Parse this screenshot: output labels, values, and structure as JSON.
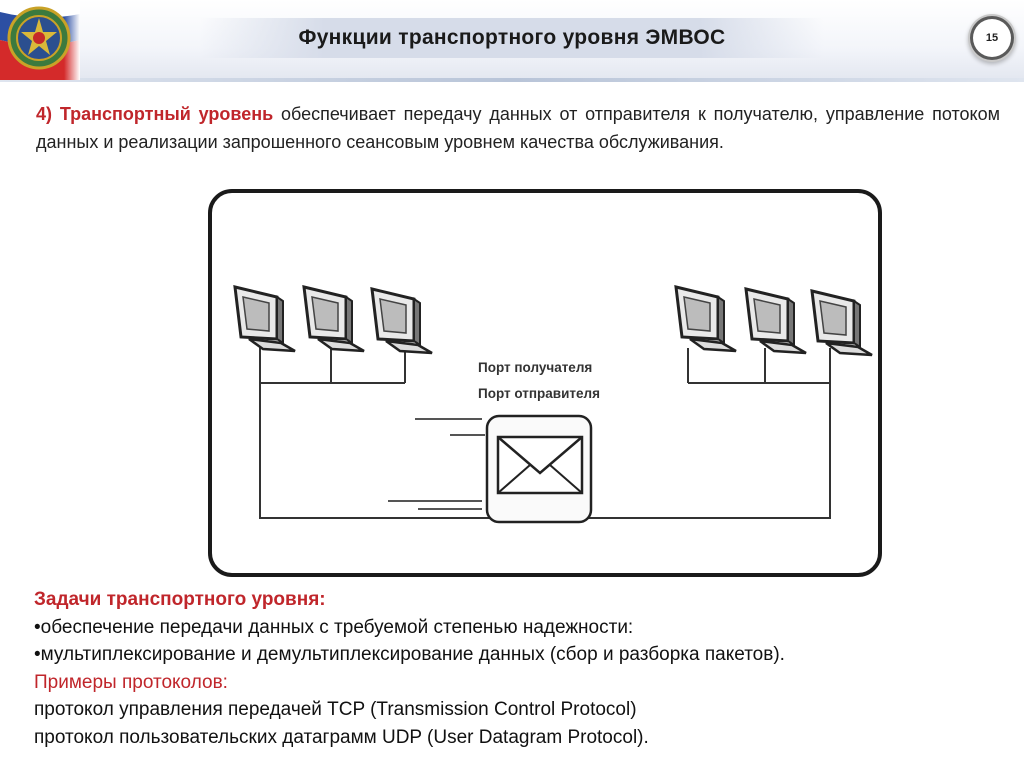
{
  "header": {
    "title": "Функции  транспортного уровня ЭМВОС",
    "page_number": "15"
  },
  "intro": {
    "lead": "4) Транспортный уровень",
    "text": " обеспечивает передачу данных от отправителя к получателю, управление потоком данных и реализации запрошенного сеансовым уровнем качества обслуживания."
  },
  "diagram": {
    "label_receiver_port": "Порт получателя",
    "label_sender_port": "Порт отправителя",
    "left_computers": 3,
    "right_computers": 3
  },
  "tasks": {
    "heading": "Задачи транспортного уровня:",
    "items": [
      "•обеспечение передачи данных с требуемой степенью надежности:",
      "•мультиплексирование и демультиплексирование данных (сбор и разборка пакетов)."
    ],
    "examples_heading": "Примеры протоколов:",
    "examples": [
      "протокол управления передачей TCP (Transmission Control Protocol)",
      "протокол пользовательских датаграмм UDP (User Datagram Protocol)."
    ]
  },
  "colors": {
    "accent_red": "#c0262b",
    "title_bar": "#d6dce9"
  }
}
